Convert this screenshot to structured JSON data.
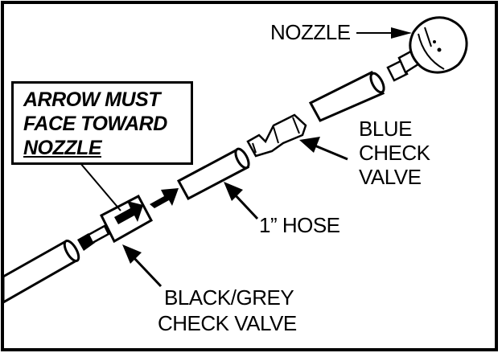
{
  "labels": {
    "nozzle": "NOZZLE",
    "blue_check_valve_line1": "BLUE",
    "blue_check_valve_line2": "CHECK",
    "blue_check_valve_line3": "VALVE",
    "hose": "1” HOSE",
    "black_grey_line1": "BLACK/GREY",
    "black_grey_line2": "CHECK VALVE"
  },
  "callout": {
    "line1": "ARROW MUST",
    "line2": "FACE TOWARD",
    "line3": "NOZZLE"
  },
  "colors": {
    "ink": "#000000",
    "paper": "#ffffff"
  }
}
